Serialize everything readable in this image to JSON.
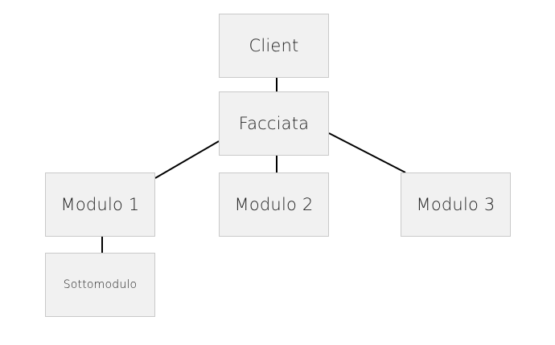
{
  "diagram": {
    "nodes": {
      "client": "Client",
      "facade": "Facciata",
      "module1": "Modulo 1",
      "module2": "Modulo 2",
      "module3": "Modulo 3",
      "submodule": "Sottomodulo"
    },
    "edges": [
      [
        "Client",
        "Facciata"
      ],
      [
        "Facciata",
        "Modulo 1"
      ],
      [
        "Facciata",
        "Modulo 2"
      ],
      [
        "Facciata",
        "Modulo 3"
      ],
      [
        "Modulo 1",
        "Sottomodulo"
      ]
    ],
    "colors": {
      "box_fill": "#f1f1f1",
      "box_border": "#c9c9c9",
      "connector": "#000000",
      "text": "#202020"
    }
  }
}
